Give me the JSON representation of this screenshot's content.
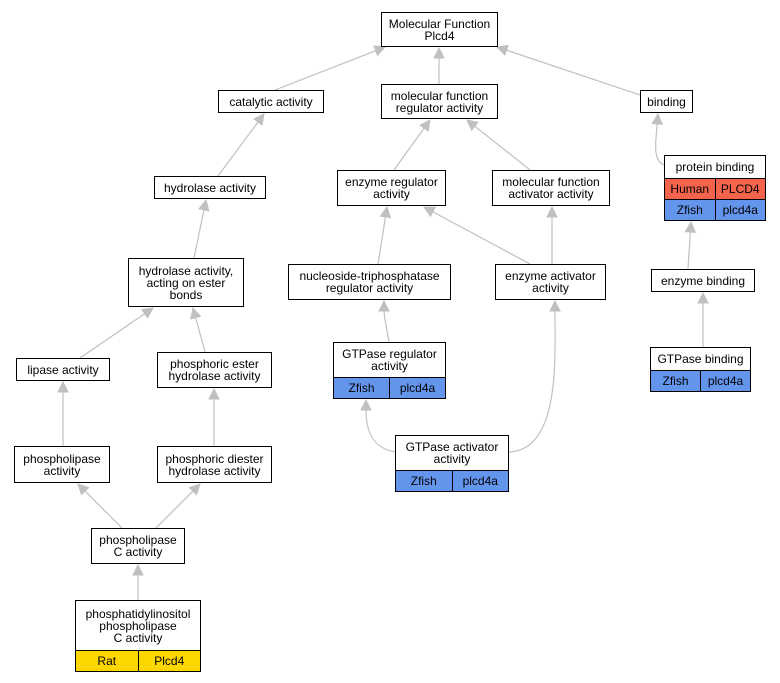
{
  "diagram": {
    "nodes": [
      {
        "id": "molecular_function",
        "label": "Molecular Function\nPlcd4",
        "annotations": []
      },
      {
        "id": "catalytic_activity",
        "label": "catalytic activity",
        "annotations": []
      },
      {
        "id": "mf_regulator",
        "label": "molecular function\nregulator activity",
        "annotations": []
      },
      {
        "id": "binding",
        "label": "binding",
        "annotations": []
      },
      {
        "id": "hydrolase_activity",
        "label": "hydrolase activity",
        "annotations": []
      },
      {
        "id": "enzyme_regulator",
        "label": "enzyme regulator\nactivity",
        "annotations": []
      },
      {
        "id": "mf_activator",
        "label": "molecular function\nactivator activity",
        "annotations": []
      },
      {
        "id": "protein_binding",
        "label": "protein binding",
        "annotations": [
          {
            "species": "Human",
            "gene": "PLCD4",
            "color": "#f4644c"
          },
          {
            "species": "Zfish",
            "gene": "plcd4a",
            "color": "#6495ed"
          }
        ]
      },
      {
        "id": "hydrolase_ester",
        "label": "hydrolase activity,\nacting on ester\nbonds",
        "annotations": []
      },
      {
        "id": "ntpase_regulator",
        "label": "nucleoside-triphosphatase\nregulator activity",
        "annotations": []
      },
      {
        "id": "enzyme_activator",
        "label": "enzyme activator\nactivity",
        "annotations": []
      },
      {
        "id": "enzyme_binding",
        "label": "enzyme binding",
        "annotations": []
      },
      {
        "id": "lipase_activity",
        "label": "lipase activity",
        "annotations": []
      },
      {
        "id": "phosphoric_ester",
        "label": "phosphoric ester\nhydrolase activity",
        "annotations": []
      },
      {
        "id": "gtpase_regulator",
        "label": "GTPase regulator\nactivity",
        "annotations": [
          {
            "species": "Zfish",
            "gene": "plcd4a",
            "color": "#6495ed"
          }
        ]
      },
      {
        "id": "gtpase_binding",
        "label": "GTPase binding",
        "annotations": [
          {
            "species": "Zfish",
            "gene": "plcd4a",
            "color": "#6495ed"
          }
        ]
      },
      {
        "id": "gtpase_activator",
        "label": "GTPase activator\nactivity",
        "annotations": [
          {
            "species": "Zfish",
            "gene": "plcd4a",
            "color": "#6495ed"
          }
        ]
      },
      {
        "id": "phospholipase",
        "label": "phospholipase\nactivity",
        "annotations": []
      },
      {
        "id": "phosphoric_diester",
        "label": "phosphoric diester\nhydrolase activity",
        "annotations": []
      },
      {
        "id": "phospholipase_c",
        "label": "phospholipase\nC activity",
        "annotations": []
      },
      {
        "id": "pi_plc",
        "label": "phosphatidylinositol\nphospholipase\nC activity",
        "annotations": [
          {
            "species": "Rat",
            "gene": "Plcd4",
            "color": "#ffd700"
          }
        ]
      }
    ],
    "edges": [
      {
        "from": "catalytic_activity",
        "to": "molecular_function"
      },
      {
        "from": "mf_regulator",
        "to": "molecular_function"
      },
      {
        "from": "binding",
        "to": "molecular_function"
      },
      {
        "from": "hydrolase_activity",
        "to": "catalytic_activity"
      },
      {
        "from": "enzyme_regulator",
        "to": "mf_regulator"
      },
      {
        "from": "mf_activator",
        "to": "mf_regulator"
      },
      {
        "from": "protein_binding",
        "to": "binding"
      },
      {
        "from": "hydrolase_ester",
        "to": "hydrolase_activity"
      },
      {
        "from": "ntpase_regulator",
        "to": "enzyme_regulator"
      },
      {
        "from": "enzyme_activator",
        "to": "enzyme_regulator"
      },
      {
        "from": "enzyme_activator",
        "to": "mf_activator"
      },
      {
        "from": "enzyme_binding",
        "to": "protein_binding"
      },
      {
        "from": "lipase_activity",
        "to": "hydrolase_ester"
      },
      {
        "from": "phosphoric_ester",
        "to": "hydrolase_ester"
      },
      {
        "from": "gtpase_regulator",
        "to": "ntpase_regulator"
      },
      {
        "from": "gtpase_binding",
        "to": "enzyme_binding"
      },
      {
        "from": "gtpase_activator",
        "to": "gtpase_regulator"
      },
      {
        "from": "gtpase_activator",
        "to": "enzyme_activator"
      },
      {
        "from": "phospholipase",
        "to": "lipase_activity"
      },
      {
        "from": "phosphoric_diester",
        "to": "phosphoric_ester"
      },
      {
        "from": "phospholipase_c",
        "to": "phospholipase"
      },
      {
        "from": "phospholipase_c",
        "to": "phosphoric_diester"
      },
      {
        "from": "pi_plc",
        "to": "phospholipase_c"
      }
    ],
    "colors": {
      "edge": "#c0c0c0",
      "border": "#000000",
      "background": "#ffffff"
    }
  }
}
